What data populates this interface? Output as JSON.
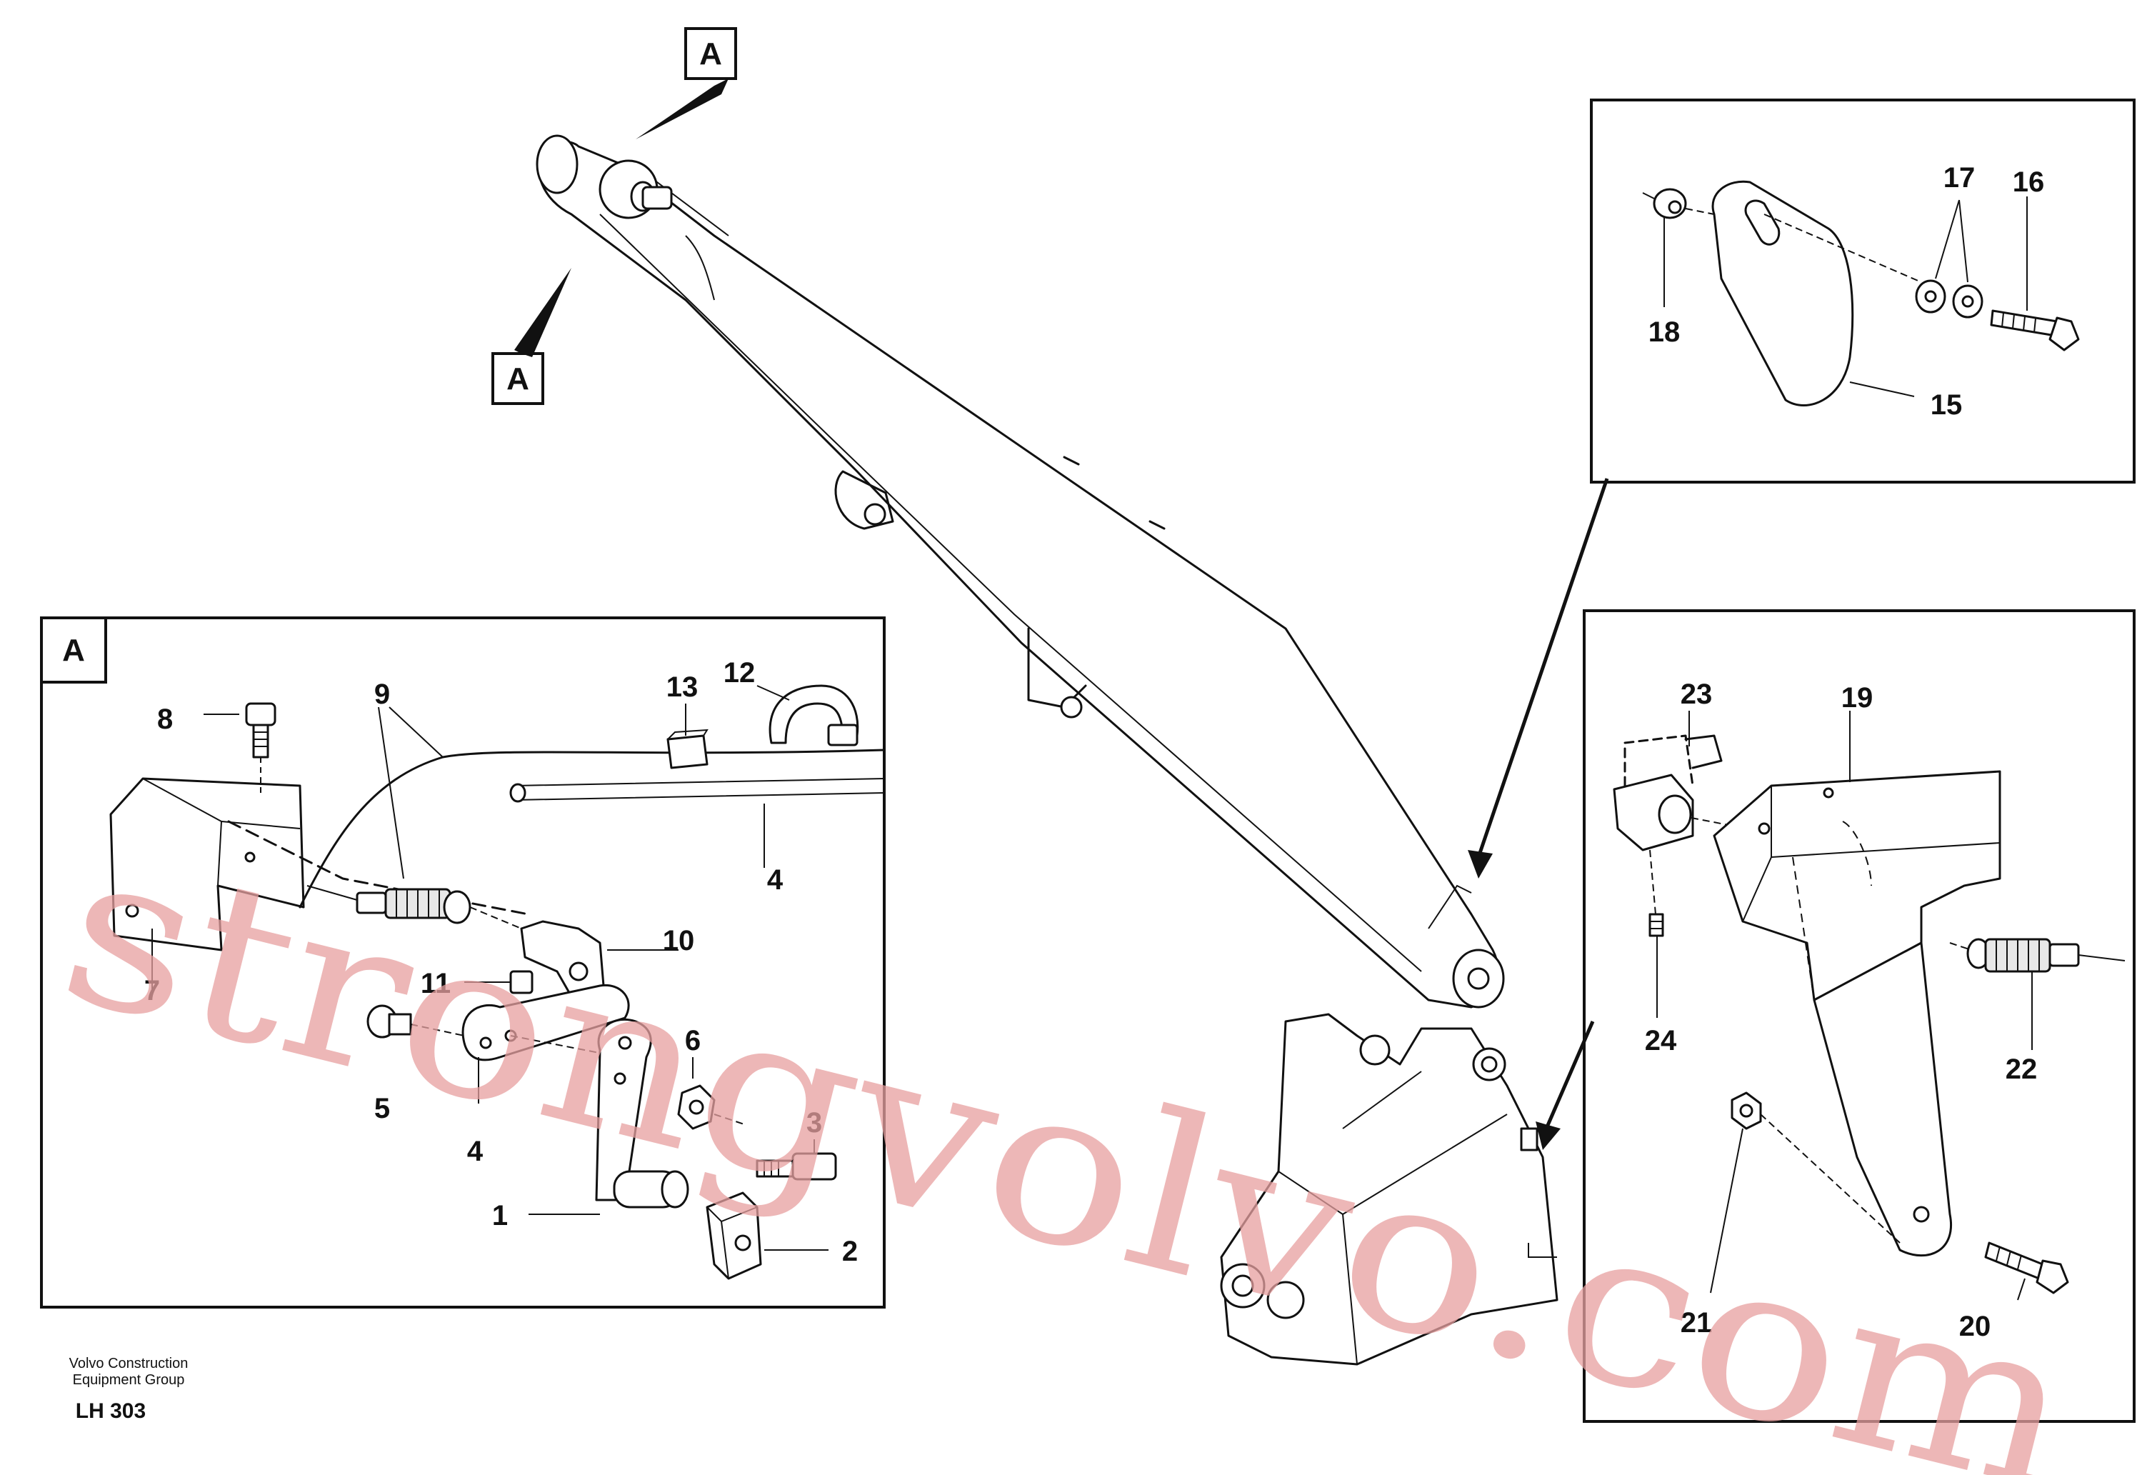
{
  "callout_letter": "A",
  "footer": {
    "company_line1": "Volvo Construction",
    "company_line2": "Equipment Group",
    "code": "LH 303"
  },
  "watermark": "strongvolvo.com",
  "labels": {
    "p1": "1",
    "p2": "2",
    "p3": "3",
    "p4a": "4",
    "p4b": "4",
    "p5": "5",
    "p6": "6",
    "p7": "7",
    "p8": "8",
    "p9": "9",
    "p10": "10",
    "p11": "11",
    "p12": "12",
    "p13": "13",
    "p15": "15",
    "p16": "16",
    "p17": "17",
    "p18": "18",
    "p19": "19",
    "p20": "20",
    "p21": "21",
    "p22": "22",
    "p23": "23",
    "p24": "24"
  }
}
